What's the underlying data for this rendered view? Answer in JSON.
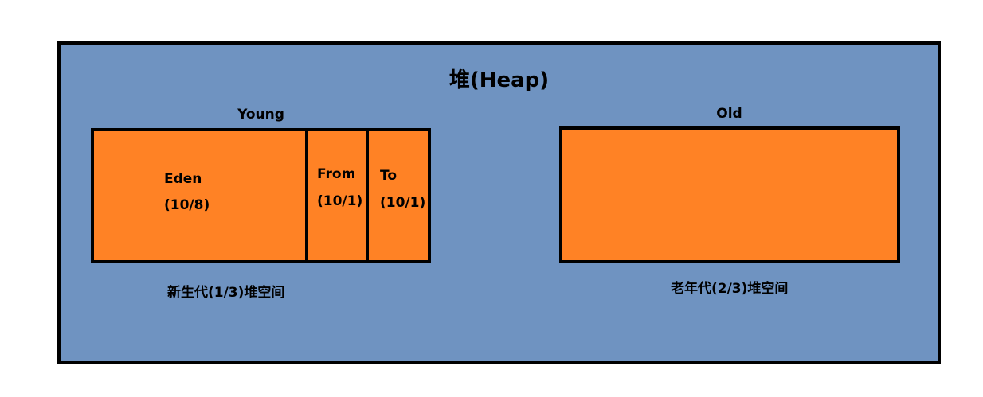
{
  "heap": {
    "title": "堆(Heap)",
    "background_color": "#6f93c1",
    "border_color": "#000000"
  },
  "young": {
    "label": "Young",
    "caption": "新生代(1/3)堆空间",
    "color": "#ff8225",
    "regions": [
      {
        "name": "Eden",
        "ratio": "(10/8)"
      },
      {
        "name": "From",
        "ratio": "(10/1)"
      },
      {
        "name": "To",
        "ratio": "(10/1)"
      }
    ]
  },
  "old": {
    "label": "Old",
    "caption": "老年代(2/3)堆空间",
    "color": "#ff8225"
  }
}
